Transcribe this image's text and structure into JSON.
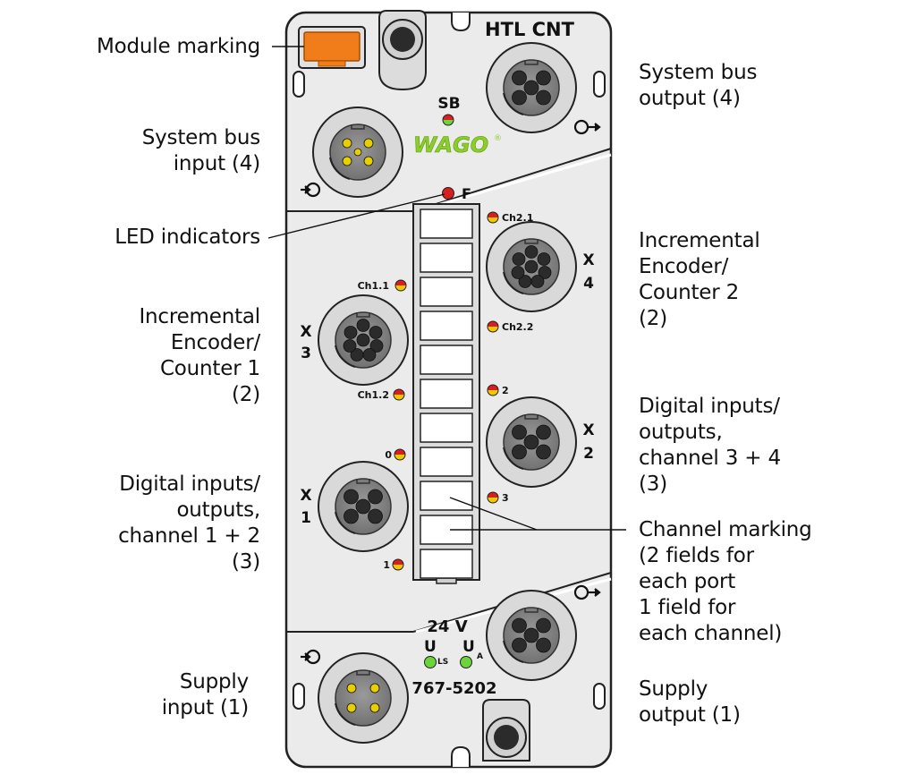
{
  "module": {
    "title": "HTL CNT",
    "sb_label": "SB",
    "brand": "WAGO",
    "fault_label": "F",
    "supply_voltage": "24 V",
    "uls_letter": "U",
    "uls_sub": "LS",
    "ua_letter": "U",
    "ua_sub": "A",
    "part_number": "767-5202",
    "x1_letter": "X",
    "x1_number": "1",
    "x2_letter": "X",
    "x2_number": "2",
    "x3_letter": "X",
    "x3_number": "3",
    "x4_letter": "X",
    "x4_number": "4",
    "led_ch1_1": "Ch1.1",
    "led_ch1_2": "Ch1.2",
    "led_ch2_1": "Ch2.1",
    "led_ch2_2": "Ch2.2",
    "led_0": "0",
    "led_1": "1",
    "led_2": "2",
    "led_3": "3"
  },
  "callouts": {
    "module_marking": "Module marking",
    "system_bus_input": "System bus\ninput (4)",
    "led_indicators": "LED indicators",
    "encoder_counter_1": "Incremental\nEncoder/\nCounter 1\n(2)",
    "digital_io_ch12": "Digital inputs/\noutputs,\nchannel 1 + 2\n(3)",
    "supply_input": "Supply\ninput (1)",
    "system_bus_output": "System bus\noutput (4)",
    "encoder_counter_2": "Incremental\nEncoder/\nCounter 2\n(2)",
    "digital_io_ch34": "Digital inputs/\noutputs,\nchannel 3 + 4\n(3)",
    "channel_marking": "Channel marking\n(2 fields for\neach port\n1 field for\neach channel)",
    "supply_output": "Supply\noutput (1)"
  },
  "colors": {
    "housing": "#ebebeb",
    "housing_outline": "#222222",
    "connector_ring": "#d9d9d9",
    "connector_face": "#8a8a8a",
    "pin": "#2b2b2b",
    "signal_pin": "#e8d000",
    "module_marking": "#f07d1a",
    "brand_green": "#8ccd2a",
    "led_red": "#d81e1e",
    "led_yellow": "#f0c800",
    "led_green": "#6ad43a"
  }
}
